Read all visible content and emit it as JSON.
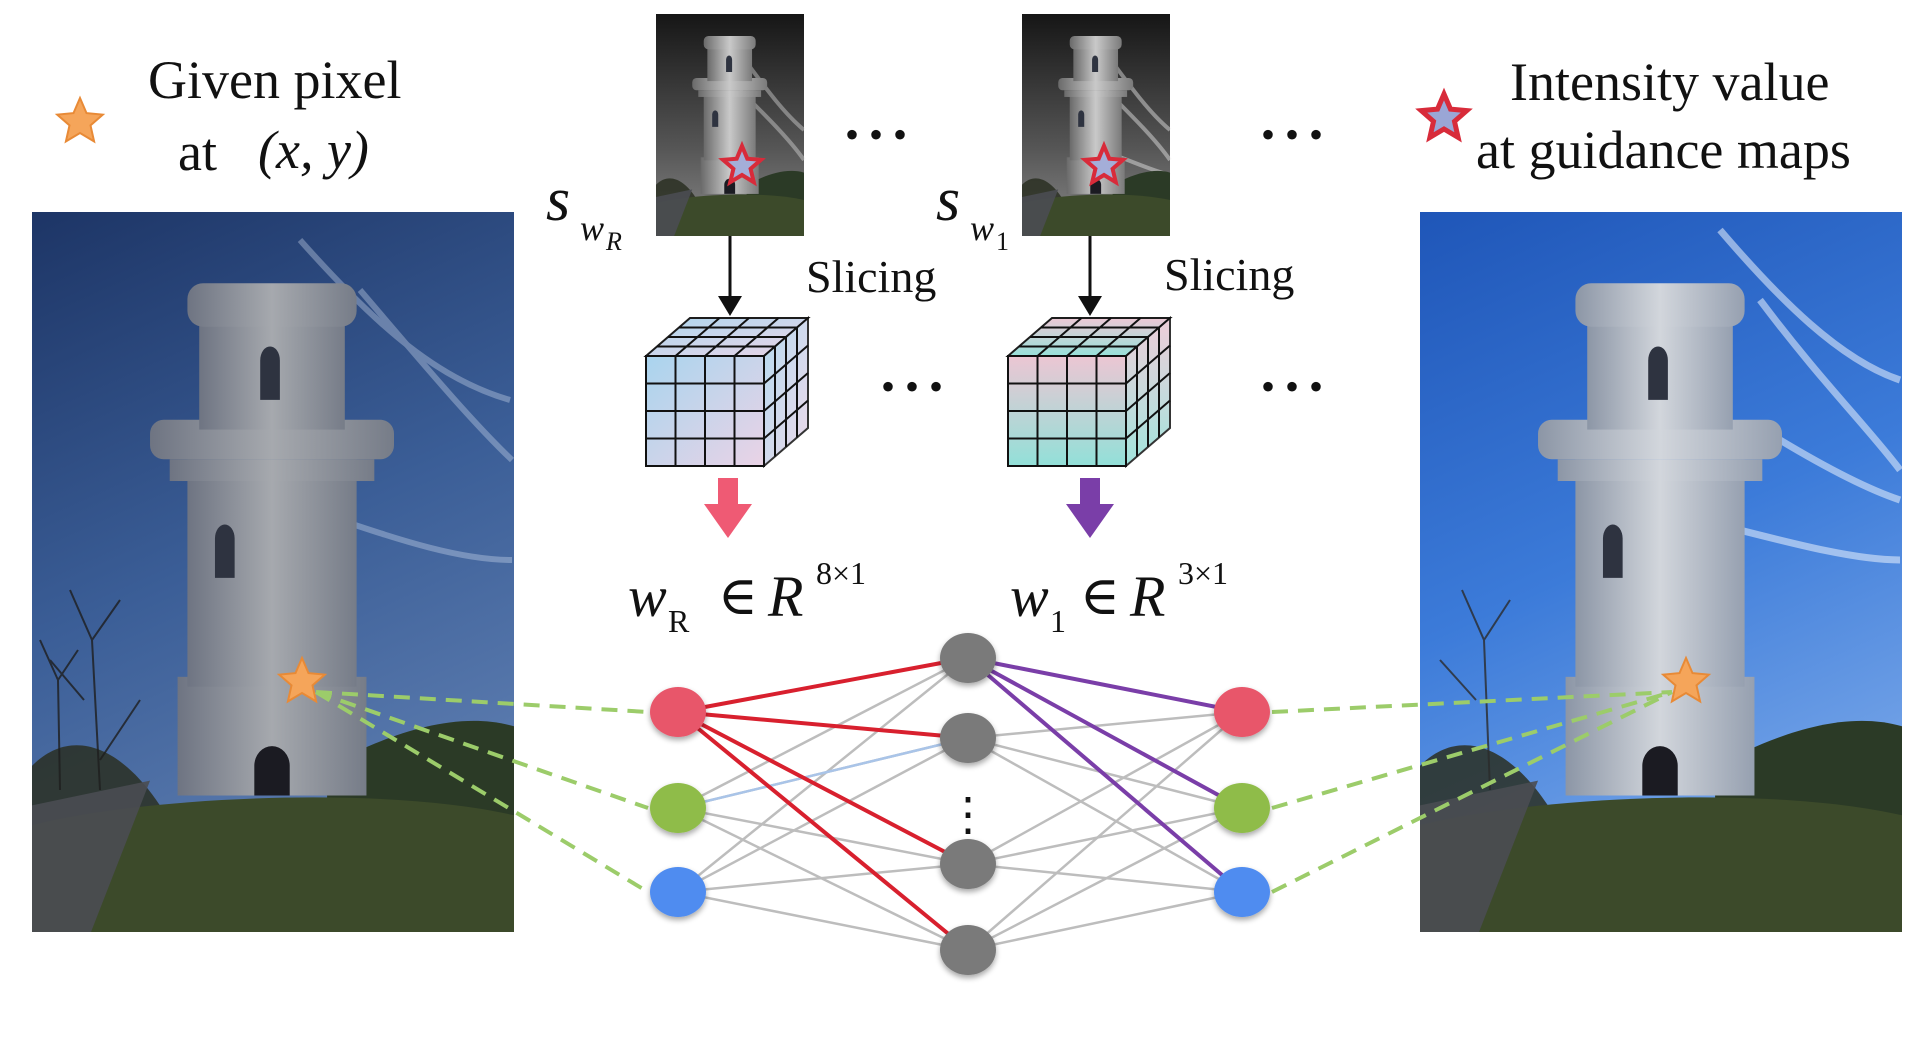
{
  "legend_left": {
    "icon": "orange-star-icon",
    "line1": "Given pixel",
    "line2_prefix": "at",
    "line2_math": "(x, y)"
  },
  "legend_right": {
    "icon": "red-star-icon",
    "line1": "Intensity value",
    "line2": "at guidance maps"
  },
  "guidance_maps": [
    {
      "symbol": "s",
      "sub": "w",
      "subsub": "R"
    },
    {
      "symbol": "s",
      "sub": "w",
      "subsub": "1"
    }
  ],
  "slicing_label": "Slicing",
  "ellipsis": "• • •",
  "weights": [
    {
      "var": "w",
      "sub": "R",
      "in": "∈",
      "set": "R",
      "sup": "8×1"
    },
    {
      "var": "w",
      "sub": "1",
      "in": "∈",
      "set": "R",
      "sup": "3×1"
    }
  ],
  "hidden_ellipsis": "⋮",
  "colors": {
    "node_red": "#e8566b",
    "node_green": "#8fbc4a",
    "node_blue": "#4f8cf0",
    "node_gray": "#7a7a7a",
    "edge_red": "#d8202e",
    "edge_purple": "#7a3ea8",
    "edge_gray": "#bdbdbd",
    "dash_green": "#9ccc6a",
    "arrow_pink": "#ef5a74",
    "arrow_purple": "#7a3ea8",
    "star_orange": "#f5a55a",
    "star_red": "#d82b3a"
  }
}
